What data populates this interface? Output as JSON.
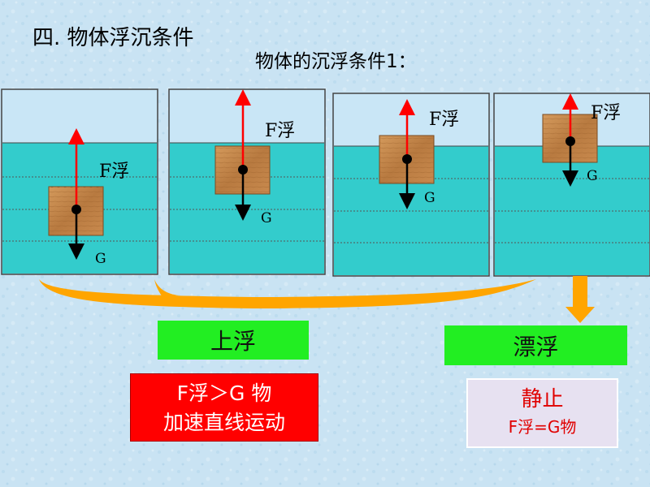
{
  "heading": "四. 物体浮沉条件",
  "subheading": "物体的沉浮条件1：",
  "containers": [
    {
      "force_label": "F浮",
      "weight_label": "G"
    },
    {
      "force_label": "F浮",
      "weight_label": "G"
    },
    {
      "force_label": "F浮",
      "weight_label": "G"
    },
    {
      "force_label": "F浮",
      "weight_label": "G"
    }
  ],
  "results": {
    "rise_label": "上浮",
    "float_label": "漂浮",
    "rise_condition_line1": "F浮＞G 物",
    "rise_condition_line2": "加速直线运动",
    "float_condition_line1": "静止",
    "float_condition_line2": "F浮=G物"
  },
  "colors": {
    "water": "#33cccc",
    "wood": "#c98a4e",
    "buoyancy_arrow": "#ff0000",
    "gravity_arrow": "#000000",
    "connector": "#ffa500",
    "green_box": "#22ee22",
    "red_box": "#ff0000",
    "static_box": "#e7e1f1"
  }
}
